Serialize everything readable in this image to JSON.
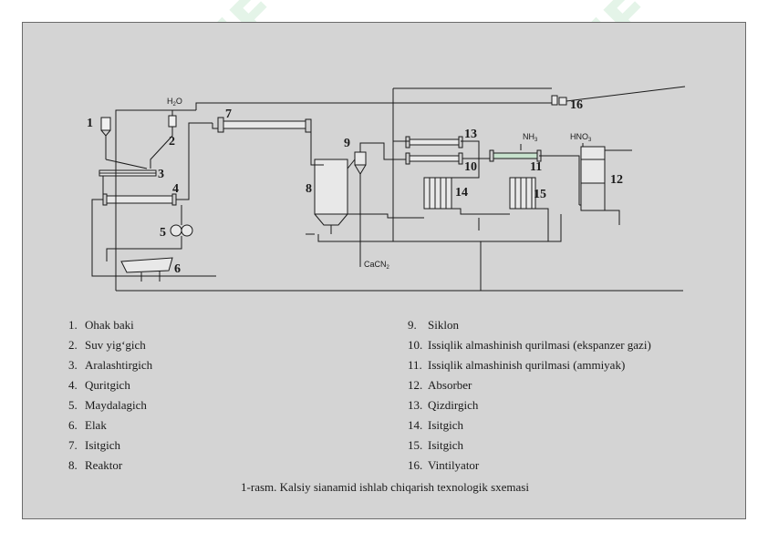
{
  "watermark": {
    "text": "SOFF",
    "color": "#d9f2df",
    "accent": "#bfe8cb"
  },
  "diagram": {
    "labels": [
      "1",
      "2",
      "3",
      "4",
      "5",
      "6",
      "7",
      "8",
      "9",
      "10",
      "11",
      "12",
      "13",
      "14",
      "15",
      "16"
    ],
    "streams": {
      "water": "H",
      "water_sub": "2",
      "water_tail": "O",
      "product": "CaCN",
      "product_sub": "2",
      "ammonia": "NH",
      "ammonia_sub": "3",
      "nitric": "HNO",
      "nitric_sub": "3"
    }
  },
  "legend_left": [
    {
      "num": "1.",
      "text": "Ohak baki"
    },
    {
      "num": "2.",
      "text": "Suv yig‘gich"
    },
    {
      "num": "3.",
      "text": "Aralashtirgich"
    },
    {
      "num": "4.",
      "text": "Quritgich"
    },
    {
      "num": "5.",
      "text": "Maydalagich"
    },
    {
      "num": "6.",
      "text": "Elak"
    },
    {
      "num": "7.",
      "text": "Isitgich"
    },
    {
      "num": "8.",
      "text": "Reaktor"
    }
  ],
  "legend_right": [
    {
      "num": "9.",
      "text": "Siklon"
    },
    {
      "num": "10.",
      "text": "Issiqlik almashinish qurilmasi (ekspanzer gazi)"
    },
    {
      "num": "11.",
      "text": "Issiqlik almashinish qurilmasi (ammiyak)"
    },
    {
      "num": "12.",
      "text": "Absorber"
    },
    {
      "num": "13.",
      "text": "Qizdirgich"
    },
    {
      "num": "14.",
      "text": "Isitgich"
    },
    {
      "num": "15.",
      "text": "Isitgich"
    },
    {
      "num": "16.",
      "text": "Vintilyator"
    }
  ],
  "caption": "1-rasm. Kalsiy sianamid ishlab chiqarish texnologik sxemasi"
}
